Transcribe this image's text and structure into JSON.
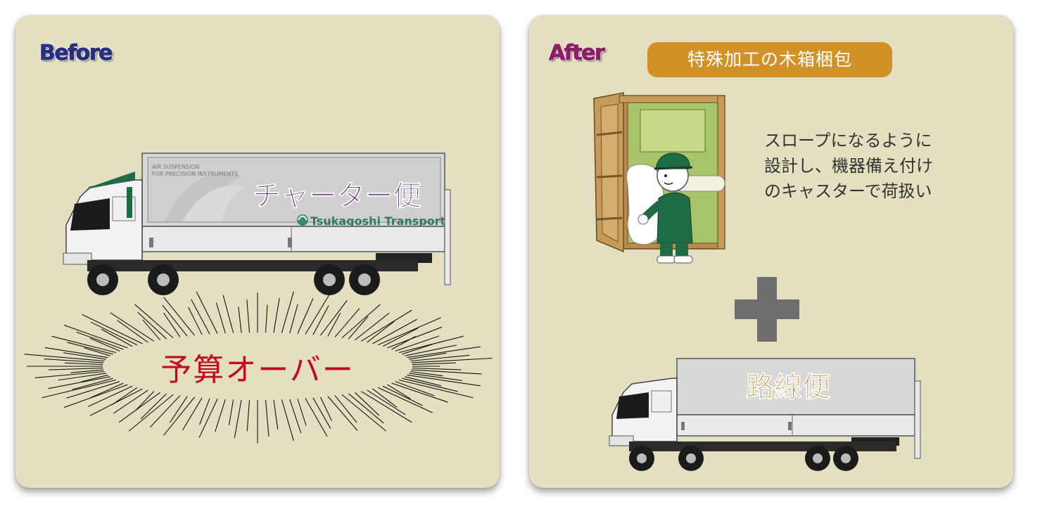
{
  "before": {
    "heading": "Before",
    "truck": {
      "label": "チャーター便",
      "side_text_line1": "AIR SUSPENSION",
      "side_text_line2": "FOR PRECISION INSTRUMENTS",
      "brand": "Tsukagoshi Transport"
    },
    "outcome": "予算オーバー"
  },
  "after": {
    "heading": "After",
    "badge": "特殊加工の木箱梱包",
    "description": [
      "スロープになるように",
      "設計し、機器備え付け",
      "のキャスターで荷扱い"
    ],
    "truck": {
      "label": "路線便"
    }
  },
  "colors": {
    "panel": "#e4dfc0",
    "before_heading": "#2a2f7e",
    "after_heading": "#8a1f62",
    "badge": "#d3912a",
    "charter_label": "#6a3d8c",
    "route_label": "#c8862a",
    "over_budget": "#c00d1e",
    "cab_green": "#1f6b45"
  },
  "icons": {
    "plus": "plus-icon",
    "burst": "burst-lines-icon",
    "brand_logo": "leaf-logo-icon"
  }
}
